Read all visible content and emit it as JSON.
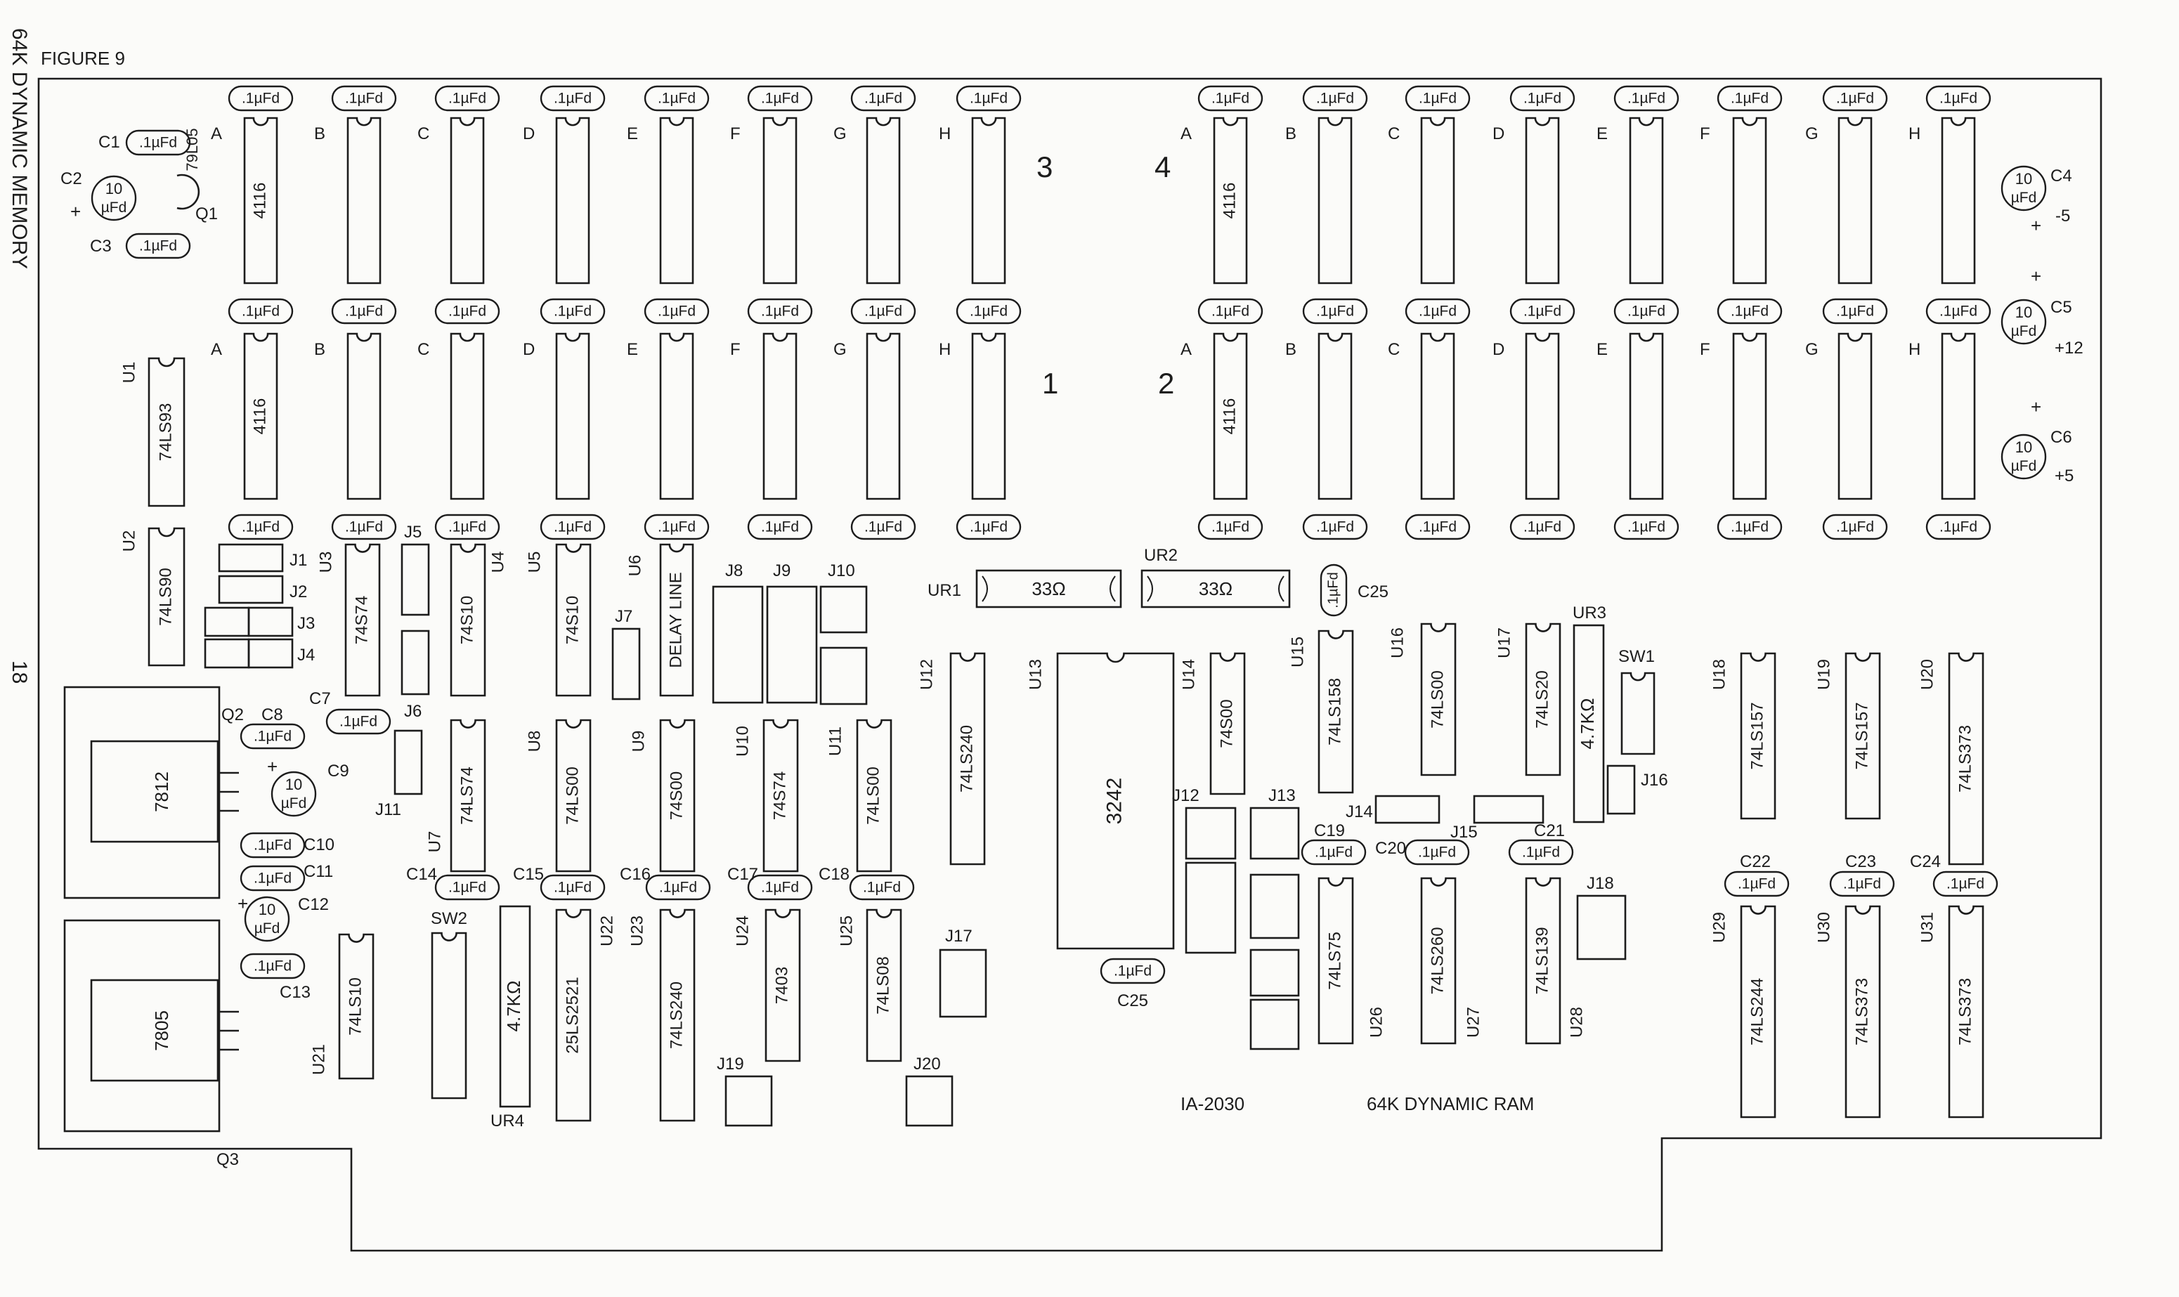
{
  "figure_label": "FIGURE 9",
  "margin_text": {
    "side": "64K DYNAMIC MEMORY",
    "page": "18"
  },
  "board": {
    "part_number": "IA-2030",
    "title": "64K DYNAMIC RAM"
  },
  "units": {
    "cap_small": ".1µFd",
    "cap_large_top": "10",
    "cap_large_bottom": "µFd",
    "ohm_33": "33Ω",
    "ohm_4k7": "4.7KΩ"
  },
  "ram_banks": {
    "bank_numbers": [
      "1",
      "2",
      "3",
      "4"
    ],
    "column_letters": [
      "A",
      "B",
      "C",
      "D",
      "E",
      "F",
      "G",
      "H"
    ],
    "chip_label": "4116"
  },
  "labels": {
    "Q1": "Q1",
    "Q2": "Q2",
    "Q3": "Q3",
    "reg_7905": "79L05",
    "reg_7812": "7812",
    "reg_7805": "7805",
    "C1": "C1",
    "C2": "C2",
    "C3": "C3",
    "C4": "C4",
    "C5": "C5",
    "C6": "C6",
    "C7": "C7",
    "C8": "C8",
    "C9": "C9",
    "C10": "C10",
    "C11": "C11",
    "C12": "C12",
    "C13": "C13",
    "C14": "C14",
    "C15": "C15",
    "C16": "C16",
    "C17": "C17",
    "C18": "C18",
    "C19": "C19",
    "C20": "C20",
    "C21": "C21",
    "C22": "C22",
    "C23": "C23",
    "C24": "C24",
    "C25": "C25",
    "rail_m5": "-5",
    "rail_p12": "+12",
    "rail_p5": "+5",
    "plus": "+",
    "J1": "J1",
    "J2": "J2",
    "J3": "J3",
    "J4": "J4",
    "J5": "J5",
    "J6": "J6",
    "J7": "J7",
    "J8": "J8",
    "J9": "J9",
    "J10": "J10",
    "J11": "J11",
    "J12": "J12",
    "J13": "J13",
    "J14": "J14",
    "J15": "J15",
    "J16": "J16",
    "J17": "J17",
    "J18": "J18",
    "J19": "J19",
    "J20": "J20",
    "SW1": "SW1",
    "SW2": "SW2",
    "UR1": "UR1",
    "UR2": "UR2",
    "UR3": "UR3",
    "UR4": "UR4",
    "U1": "U1",
    "U2": "U2",
    "U3": "U3",
    "U4": "U4",
    "U5": "U5",
    "U6": "U6",
    "U7": "U7",
    "U8": "U8",
    "U9": "U9",
    "U10": "U10",
    "U11": "U11",
    "U12": "U12",
    "U13": "U13",
    "U14": "U14",
    "U15": "U15",
    "U16": "U16",
    "U17": "U17",
    "U18": "U18",
    "U19": "U19",
    "U20": "U20",
    "U21": "U21",
    "U22": "U22",
    "U23": "U23",
    "U24": "U24",
    "U25": "U25",
    "U26": "U26",
    "U27": "U27",
    "U28": "U28",
    "U29": "U29",
    "U30": "U30",
    "U31": "U31"
  },
  "chips": {
    "U1": "74LS93",
    "U2": "74LS90",
    "U3": "74S74",
    "U4": "74S10",
    "U5": "74S10",
    "U6": "DELAY LINE",
    "U7": "74LS74",
    "U8": "74LS00",
    "U9": "74S00",
    "U10": "74S74",
    "U11": "74LS00",
    "U12": "74LS240",
    "U13": "3242",
    "U14": "74S00",
    "U15": "74LS158",
    "U16": "74LS00",
    "U17": "74LS20",
    "U18": "74LS157",
    "U19": "74LS157",
    "U20": "74LS373",
    "U21": "74LS10",
    "U22": "25LS2521",
    "U23": "74LS240",
    "U24": "7403",
    "U25": "74LS08",
    "U26": "74LS75",
    "U27": "74LS260",
    "U28": "74LS139",
    "U29": "74LS244",
    "U30": "74LS373",
    "U31": "74LS373"
  }
}
